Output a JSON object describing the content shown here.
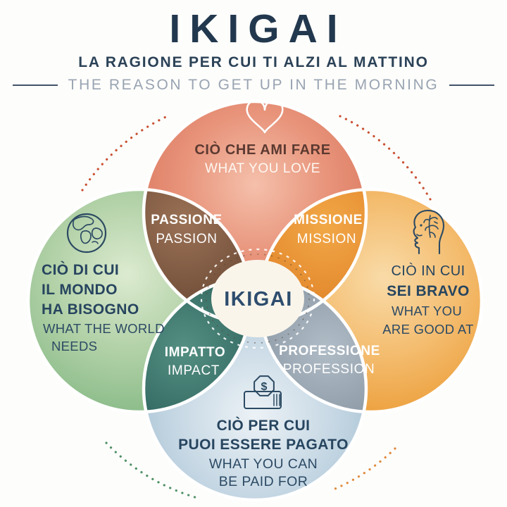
{
  "header": {
    "title": "IKIGAI",
    "subtitle_it": "LA RAGIONE PER CUI TI ALZI AL MATTINO",
    "subtitle_en": "THE REASON TO GET UP IN THE MORNING"
  },
  "center": {
    "label": "IKIGAI",
    "badge_color": "#faf5eb",
    "text_color": "#2e4d6e"
  },
  "circles": {
    "love": {
      "icon": "heart-icon",
      "title": "CIÒ CHE AMI FARE",
      "subtitle": "WHAT YOU LOVE",
      "color": "#dd7f66"
    },
    "good_at": {
      "icon": "head-brain-icon",
      "title_lines": [
        "CIÒ IN CUI",
        "SEI BRAVO"
      ],
      "subtitle_lines": [
        "WHAT YOU",
        "ARE GOOD AT"
      ],
      "color": "#eda13f"
    },
    "paid_for": {
      "icon": "money-coin-icon",
      "title_lines": [
        "CIÒ PER CUI",
        "PUOI ESSERE PAGATO"
      ],
      "subtitle_lines": [
        "WHAT YOU CAN",
        "BE PAID FOR"
      ],
      "color": "#a7c1d3"
    },
    "world_needs": {
      "icon": "globe-icon",
      "title_lines": [
        "CIÒ DI CUI",
        "IL MONDO",
        "HA BISOGNO"
      ],
      "subtitle_lines": [
        "WHAT THE WORLD",
        "NEEDS"
      ],
      "color": "#8fbf8d"
    }
  },
  "overlaps": {
    "passion": {
      "it": "PASSIONE",
      "en": "PASSION",
      "color": "#7e5a42"
    },
    "mission": {
      "it": "MISSIONE",
      "en": "MISSION",
      "color": "#e8912f"
    },
    "impact": {
      "it": "IMPATTO",
      "en": "IMPACT",
      "color": "#38726a"
    },
    "profession": {
      "it": "PROFESSIONE",
      "en": "PROFESSION",
      "color": "#93a1ae"
    }
  },
  "decor": {
    "dotted_arc_colors": {
      "top": "#c94f30",
      "bottom_left": "#4e9066",
      "bottom_right": "#e08a3c"
    }
  }
}
